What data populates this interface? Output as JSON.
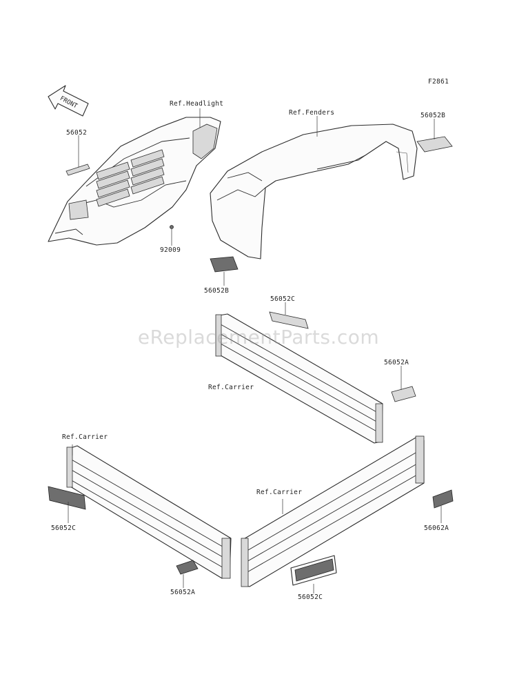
{
  "diagram_code": "F2861",
  "watermark": "eReplacementParts.com",
  "front_arrow_label": "FRONT",
  "labels": {
    "headlight": "Ref.Headlight",
    "fenders": "Ref.Fenders",
    "carrier_top": "Ref.Carrier",
    "carrier_left": "Ref.Carrier",
    "carrier_right": "Ref.Carrier",
    "p56052": "56052",
    "p92009": "92009",
    "p56052b_top": "56052B",
    "p56052b_bottom": "56052B",
    "p56052c_top": "56052C",
    "p56052a_mid": "56052A",
    "p56052c_left": "56052C",
    "p56052a_left": "56052A",
    "p56062a": "56062A",
    "p56052c_bottom": "56052C"
  }
}
